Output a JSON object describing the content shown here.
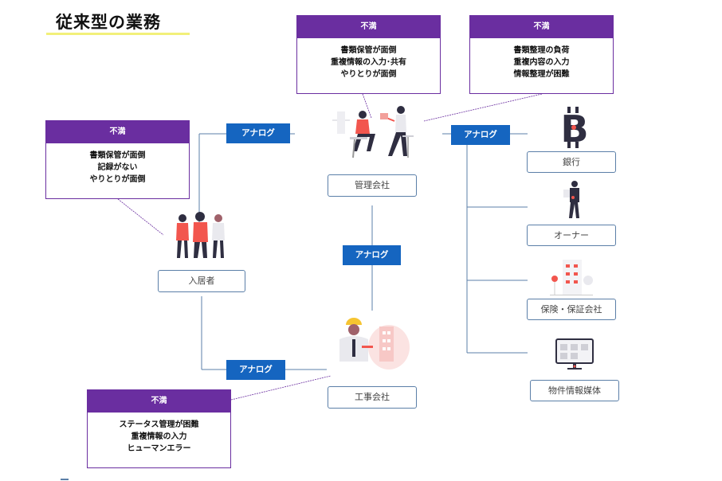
{
  "title": "従来型の業務",
  "analog_label": "アナログ",
  "fuman_boxes": {
    "kanri": {
      "header": "不満",
      "lines": [
        "書類保管が面倒",
        "重複情報の入力･共有",
        "やりとりが面倒"
      ]
    },
    "right": {
      "header": "不満",
      "lines": [
        "書類整理の負荷",
        "重複内容の入力",
        "情報整理が困難"
      ]
    },
    "nyukyo": {
      "header": "不満",
      "lines": [
        "書類保管が面倒",
        "記録がない",
        "やりとりが面倒"
      ]
    },
    "koji": {
      "header": "不満",
      "lines": [
        "ステータス管理が困難",
        "重複情報の入力",
        "ヒューマンエラー"
      ]
    }
  },
  "nodes": {
    "kanri": "管理会社",
    "nyukyo": "入居者",
    "koji": "工事会社",
    "bank": "銀行",
    "owner": "オーナー",
    "hoken": "保険・保証会社",
    "media": "物件情報媒体"
  },
  "icons": {
    "kanri": "people-office-illustration",
    "nyukyo": "residents-group-illustration",
    "koji": "construction-worker-illustration",
    "bank": "bitcoin-icon",
    "owner": "businessman-illustration",
    "hoken": "building-icon",
    "media": "monitor-icon"
  },
  "colors": {
    "purple": "#6a2ea0",
    "blue": "#1565c0",
    "border": "#5b7fa8"
  }
}
